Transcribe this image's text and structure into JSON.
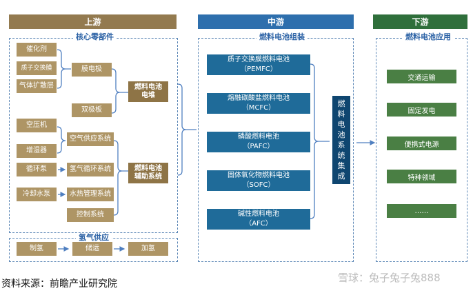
{
  "headers": {
    "upstream": "上游",
    "midstream": "中游",
    "downstream": "下游"
  },
  "groups": {
    "core_parts": "核心零部件",
    "hydrogen_supply": "氢气供应",
    "assembly": "燃料电池组装",
    "applications": "燃料电池应用"
  },
  "upstream": {
    "catalyst": "催化剂",
    "proton_membrane": "质子交换膜",
    "gas_diffusion": "气体扩散层",
    "mea": "膜电极",
    "bipolar_plate": "双极板",
    "stack": "燃料电池\n电堆",
    "air_compressor": "空压机",
    "humidifier": "增湿器",
    "air_supply": "空气供应系统",
    "circulation_pump": "循环泵",
    "hydrogen_circulation": "氢气循环系统",
    "cooling_pump": "冷却水泵",
    "thermal_mgmt": "水热管理系统",
    "control_system": "控制系统",
    "aux_system": "燃料电池\n辅助系统",
    "h2_production": "制氢",
    "h2_storage": "储运",
    "h2_refuel": "加氢"
  },
  "midstream": {
    "cells": [
      {
        "name": "质子交换膜燃料电池",
        "abbr": "（PEMFC）"
      },
      {
        "name": "熔融碳酸盐燃料电池",
        "abbr": "（MCFC）"
      },
      {
        "name": "磷酸燃料电池",
        "abbr": "（PAFC）"
      },
      {
        "name": "固体氧化物燃料电池",
        "abbr": "（SOFC）"
      },
      {
        "name": "碱性燃料电池",
        "abbr": "（AFC）"
      }
    ],
    "integration": [
      "燃",
      "料",
      "电",
      "池",
      "系",
      "统",
      "集",
      "成"
    ]
  },
  "downstream": {
    "apps": [
      "交通运输",
      "固定发电",
      "便携式电源",
      "特种领域",
      "……"
    ]
  },
  "footer": {
    "source": "资料来源：前瞻产业研究院",
    "watermark": "雪球：兔子兔子兔888"
  }
}
